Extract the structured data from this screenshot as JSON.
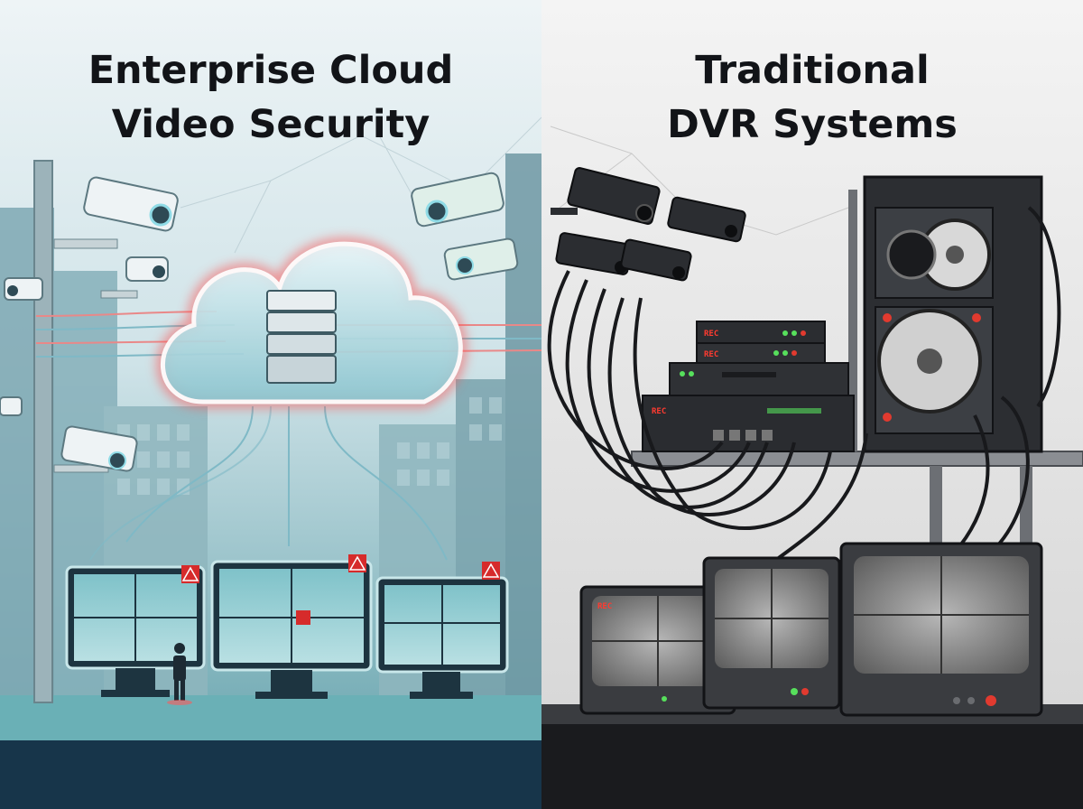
{
  "left_panel": {
    "title_line1": "Enterprise Cloud",
    "title_line2": "Video Security",
    "colors": {
      "bg_top": "#e8f1f4",
      "bg_bottom": "#5fa6b0",
      "glow": "#ff5a5a",
      "accent": "#3fb6c8"
    },
    "icons": [
      "cloud-icon",
      "server-icon",
      "security-camera-icon",
      "alert-icon",
      "monitor-icon"
    ]
  },
  "right_panel": {
    "title_line1": "Traditional",
    "title_line2": "DVR Systems",
    "colors": {
      "bg_top": "#f2f2f2",
      "bg_bottom": "#d6d6d6",
      "equipment": "#2b2d31",
      "rec": "#ff3b30"
    },
    "icons": [
      "security-camera-icon",
      "dvr-recorder-icon",
      "tape-reel-icon",
      "crt-monitor-icon"
    ],
    "device_labels": {
      "rec_1": "REC",
      "rec_2": "REC",
      "rec_3": "REC",
      "rec_4": "REC"
    }
  }
}
